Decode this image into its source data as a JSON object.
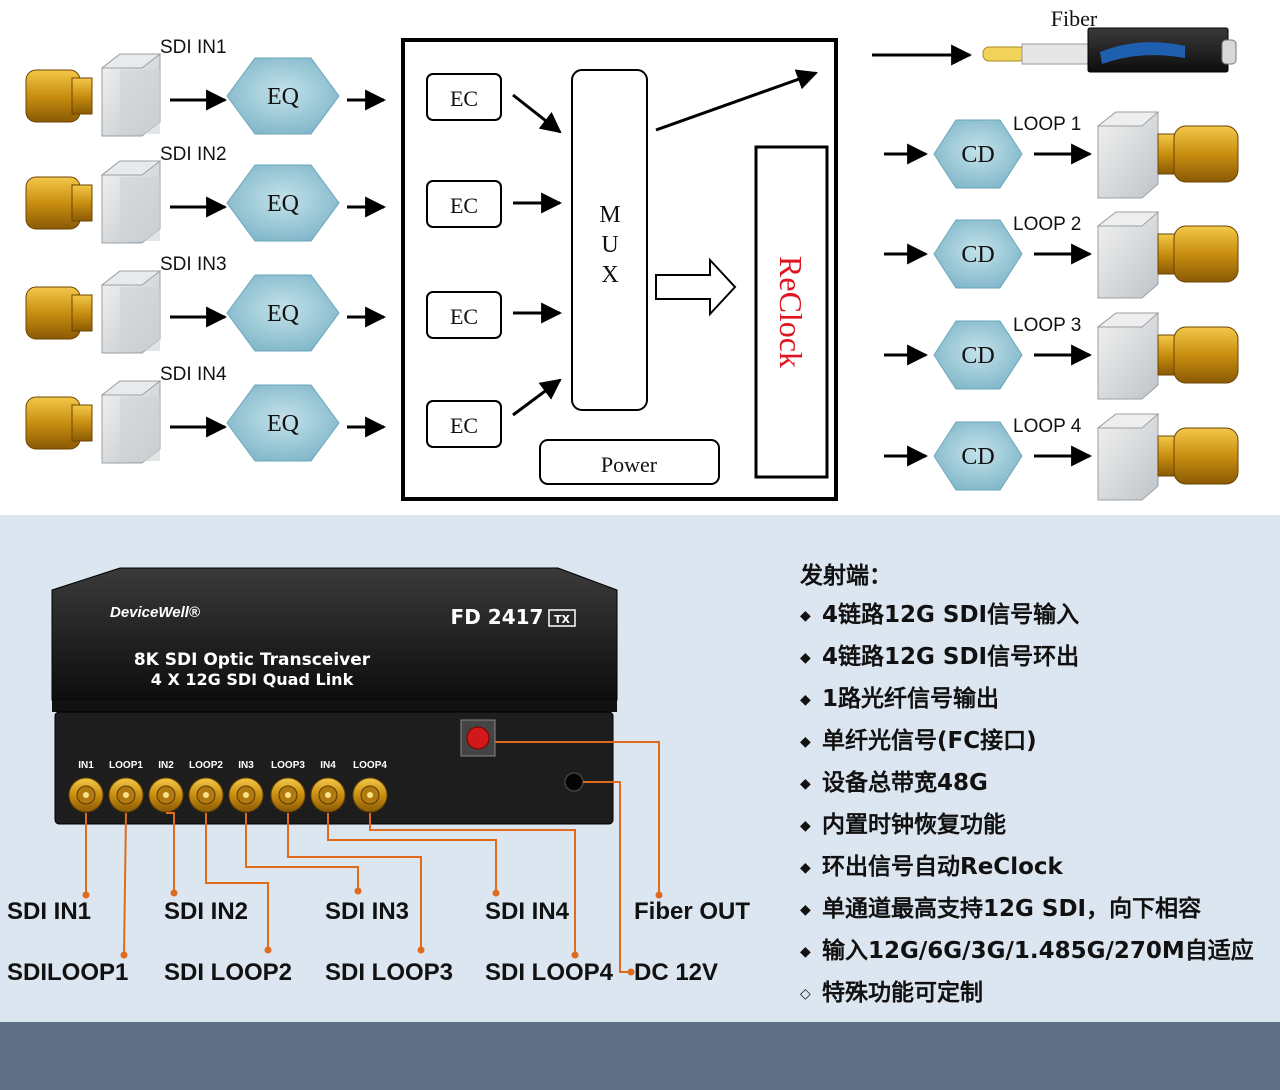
{
  "diagram": {
    "inputs": [
      "SDI IN1",
      "SDI IN2",
      "SDI IN3",
      "SDI IN4"
    ],
    "eq_label": "EQ",
    "ec_label": "EC",
    "mux_letters": [
      "M",
      "U",
      "X"
    ],
    "power_label": "Power",
    "reclock_label": "ReClock",
    "fiber_label": "Fiber",
    "cd_label": "CD",
    "loops": [
      "LOOP 1",
      "LOOP 2",
      "LOOP 3",
      "LOOP 4"
    ],
    "colors": {
      "hex_fill": "#8fc3d3",
      "reclock_red": "#e0141e",
      "bnc_gold": "#d9a21b",
      "lead_orange": "#e06a1e"
    }
  },
  "device": {
    "brand": "DeviceWell®",
    "model": "FD 2417",
    "model_badge": "TX",
    "title_line1": "8K SDI Optic Transceiver",
    "title_line2": "4 X 12G SDI Quad Link",
    "port_tags": [
      "IN1",
      "LOOP1",
      "IN2",
      "LOOP2",
      "IN3",
      "LOOP3",
      "IN4",
      "LOOP4"
    ]
  },
  "port_labels": {
    "row1": [
      "SDI IN1",
      "SDI IN2",
      "SDI IN3",
      "SDI IN4",
      "Fiber OUT"
    ],
    "row2": [
      "SDILOOP1",
      "SDI LOOP2",
      "SDI LOOP3",
      "SDI LOOP4",
      "DC 12V"
    ]
  },
  "features": {
    "heading": "发射端：",
    "items": [
      {
        "bullet": "◆",
        "text": "4链路12G SDI信号输入"
      },
      {
        "bullet": "◆",
        "text": "4链路12G SDI信号环出"
      },
      {
        "bullet": "◆",
        "text": "1路光纤信号输出"
      },
      {
        "bullet": "◆",
        "text": "单纤光信号(FC接口)"
      },
      {
        "bullet": "◆",
        "text": "设备总带宽48G"
      },
      {
        "bullet": "◆",
        "text": "内置时钟恢复功能"
      },
      {
        "bullet": "◆",
        "text": "环出信号自动ReClock"
      },
      {
        "bullet": "◆",
        "text": "单通道最高支持12G SDI，向下相容"
      },
      {
        "bullet": "◆",
        "text": "输入12G/6G/3G/1.485G/270M自适应"
      },
      {
        "bullet": "◇",
        "text": "特殊功能可定制"
      }
    ]
  }
}
